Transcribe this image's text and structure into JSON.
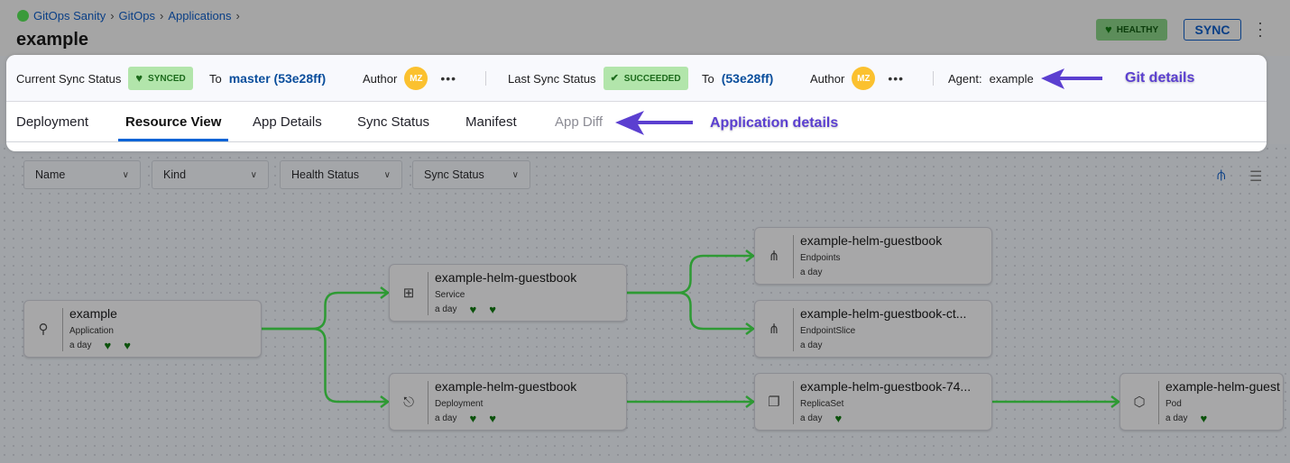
{
  "breadcrumb": [
    "GitOps Sanity",
    "GitOps",
    "Applications"
  ],
  "title": "example",
  "header": {
    "health_badge": "HEALTHY",
    "sync_button": "SYNC"
  },
  "sync": {
    "current_label": "Current Sync Status",
    "current_badge": "SYNCED",
    "current_to_label": "To",
    "current_to": "master (53e28ff)",
    "current_author_label": "Author",
    "current_author": "MZ",
    "last_label": "Last Sync Status",
    "last_badge": "SUCCEEDED",
    "last_to_label": "To",
    "last_to": "(53e28ff)",
    "last_author_label": "Author",
    "last_author": "MZ",
    "agent_label": "Agent:",
    "agent": "example"
  },
  "tabs": [
    {
      "label": "Deployment"
    },
    {
      "label": "Resource View",
      "active": true
    },
    {
      "label": "App Details"
    },
    {
      "label": "Sync Status"
    },
    {
      "label": "Manifest"
    },
    {
      "label": "App Diff",
      "disabled": true
    }
  ],
  "annotations": {
    "git": "Git details",
    "app": "Application details"
  },
  "filters": [
    "Name",
    "Kind",
    "Health Status",
    "Sync Status"
  ],
  "colors": {
    "accent": "#0a64d6",
    "edge": "#2e9a34",
    "annotation": "#5b3fd0",
    "healthy": "#0c520c"
  },
  "nodes": [
    {
      "name": "example",
      "kind": "Application",
      "age": "a day",
      "hearts": 2,
      "icon": "application-icon"
    },
    {
      "name": "example-helm-guestbook",
      "kind": "Service",
      "age": "a day",
      "hearts": 2,
      "icon": "service-icon"
    },
    {
      "name": "example-helm-guestbook",
      "kind": "Deployment",
      "age": "a day",
      "hearts": 2,
      "icon": "deployment-icon"
    },
    {
      "name": "example-helm-guestbook",
      "kind": "Endpoints",
      "age": "a day",
      "hearts": 0,
      "icon": "endpoints-icon"
    },
    {
      "name": "example-helm-guestbook-ct...",
      "kind": "EndpointSlice",
      "age": "a day",
      "hearts": 0,
      "icon": "endpointslice-icon"
    },
    {
      "name": "example-helm-guestbook-74...",
      "kind": "ReplicaSet",
      "age": "a day",
      "hearts": 1,
      "icon": "replicaset-icon"
    },
    {
      "name": "example-helm-guest",
      "kind": "Pod",
      "age": "a day",
      "hearts": 1,
      "icon": "pod-icon"
    }
  ]
}
